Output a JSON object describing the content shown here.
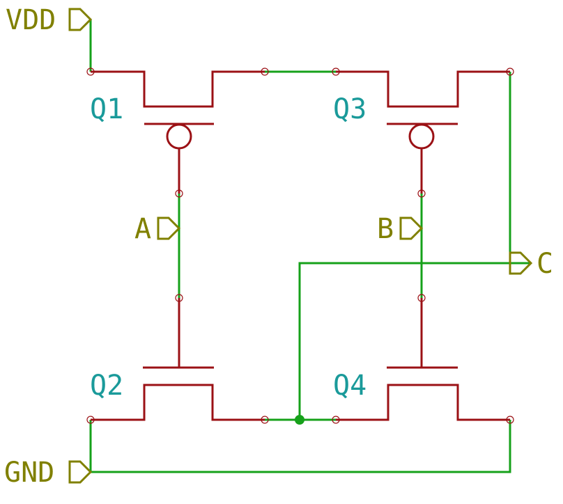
{
  "colors": {
    "wire": "#16a11a",
    "component": "#9b1115",
    "net_label": "#808000",
    "ref_label": "#1a9a9a",
    "background": "#ffffff"
  },
  "transistors": [
    {
      "ref": "Q1",
      "type": "pmos",
      "gate_net": "A"
    },
    {
      "ref": "Q3",
      "type": "pmos",
      "gate_net": "B"
    },
    {
      "ref": "Q2",
      "type": "nmos",
      "gate_net": "A"
    },
    {
      "ref": "Q4",
      "type": "nmos",
      "gate_net": "B"
    }
  ],
  "net_labels": {
    "vdd": "VDD",
    "gnd": "GND",
    "a": "A",
    "b": "B",
    "c": "C"
  }
}
